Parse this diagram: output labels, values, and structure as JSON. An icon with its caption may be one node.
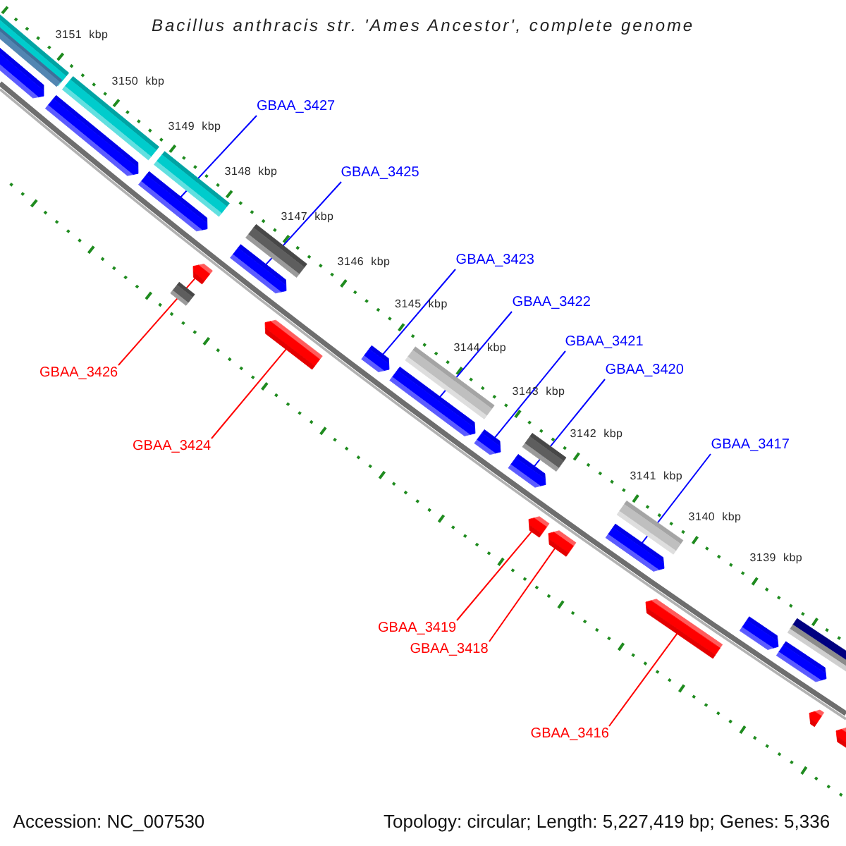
{
  "diagram": {
    "title": "Bacillus anthracis str. 'Ames Ancestor', complete genome",
    "nodes": [
      {
        "text": [
          "GBAA_3427"
        ]
      },
      {
        "text": [
          "GBAA_3425"
        ]
      },
      {
        "text": [
          "GBAA_3423"
        ]
      },
      {
        "text": [
          "GBAA_3422"
        ]
      },
      {
        "text": [
          "GBAA_3421"
        ]
      },
      {
        "text": [
          "GBAA_3420"
        ]
      },
      {
        "text": [
          "GBAA_3426"
        ]
      },
      {
        "text": [
          "GBAA_3417"
        ]
      },
      {
        "text": [
          "GBAA_3424"
        ]
      },
      {
        "text": [
          "GBAA_3419"
        ]
      },
      {
        "text": [
          "GBAA_3418"
        ]
      },
      {
        "text": [
          "GBAA_3416"
        ]
      },
      {
        "text": [],
        "shape": "bar"
      },
      {
        "text": [],
        "shape": "bar"
      },
      {
        "text": [],
        "shape": "arrow"
      },
      {
        "text": [],
        "shape": "arrow"
      },
      {
        "text": [],
        "shape": "bar"
      },
      {
        "text": [],
        "shape": "arrow"
      },
      {
        "text": [],
        "shape": "bar"
      },
      {
        "text": [],
        "shape": "bar"
      },
      {
        "text": [],
        "shape": "arrow"
      },
      {
        "text": [],
        "shape": "arrow"
      },
      {
        "text": [],
        "shape": "bar"
      },
      {
        "text": [],
        "shape": "arrow"
      },
      {
        "text": [],
        "shape": "arrow"
      },
      {
        "text": [],
        "shape": "arrow"
      },
      {
        "text": [],
        "shape": "bar"
      },
      {
        "text": [],
        "shape": "arrow"
      },
      {
        "text": [],
        "shape": "arrow"
      },
      {
        "text": [],
        "shape": "bar"
      },
      {
        "text": [],
        "shape": "arrow"
      },
      {
        "text": [],
        "shape": "arrow"
      },
      {
        "text": [],
        "shape": "arrow"
      },
      {
        "text": [],
        "shape": "bar"
      },
      {
        "text": [],
        "shape": "arrow"
      },
      {
        "text": [],
        "shape": "arrow"
      },
      {
        "text": [],
        "shape": "arrow"
      },
      {
        "text": [],
        "shape": "bar"
      },
      {
        "text": [],
        "shape": "arrow"
      },
      {
        "text": [],
        "shape": "arrow"
      }
    ],
    "edges": [
      {
        "from": 0,
        "to": 17,
        "arrow": "none"
      },
      {
        "from": 1,
        "to": 21,
        "arrow": "none"
      },
      {
        "from": 2,
        "to": 24,
        "arrow": "none"
      },
      {
        "from": 3,
        "to": 25,
        "arrow": "none"
      },
      {
        "from": 4,
        "to": 27,
        "arrow": "none"
      },
      {
        "from": 5,
        "to": 28,
        "arrow": "none"
      },
      {
        "from": 6,
        "to": 20,
        "arrow": "none",
        "color": "#ff0000"
      },
      {
        "from": 7,
        "to": 32,
        "arrow": "none"
      },
      {
        "from": 8,
        "to": 23,
        "arrow": "none",
        "color": "#ff0000"
      },
      {
        "from": 9,
        "to": 30,
        "arrow": "none",
        "color": "#ff0000"
      },
      {
        "from": 10,
        "to": 31,
        "arrow": "none",
        "color": "#ff0000"
      },
      {
        "from": 11,
        "to": 34,
        "arrow": "none",
        "color": "#ff0000"
      }
    ],
    "labels": [
      "3151 kbp",
      "3150 kbp",
      "3149 kbp",
      "3148 kbp",
      "3147 kbp",
      "3146 kbp",
      "3145 kbp",
      "3144 kbp",
      "3143 kbp",
      "3142 kbp",
      "3141 kbp",
      "3140 kbp",
      "3139 kbp",
      "Accession: NC_007530",
      "Topology: circular; Length: 5,227,419 bp; Genes: 5,336"
    ]
  }
}
